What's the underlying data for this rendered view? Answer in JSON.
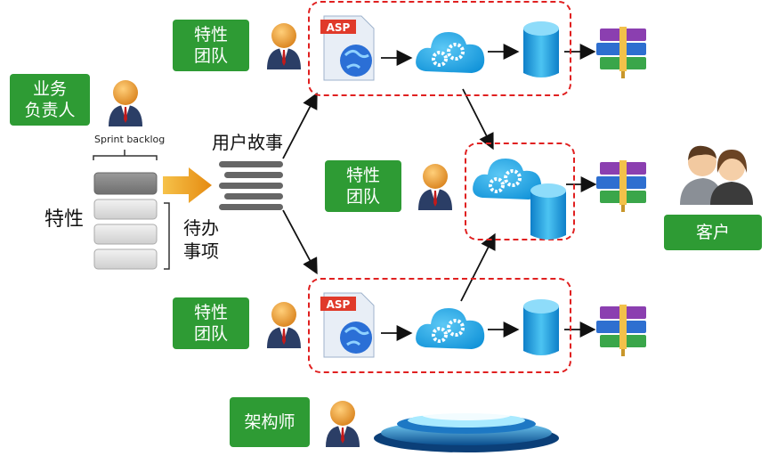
{
  "roles": {
    "feature_team": "特性\n团队",
    "business_owner": "业务\n负责人",
    "customer": "客户",
    "architect": "架构师"
  },
  "labels": {
    "sprint_backlog": "Sprint backlog",
    "feature": "特性",
    "backlog_items": "待办\n事项",
    "user_story": "用户故事"
  },
  "icons": {
    "asp": "ASP",
    "person": "person-icon",
    "cloud": "cloud-gears-icon",
    "database": "database-icon",
    "books": "books-icon",
    "platform": "platform-disc-icon"
  },
  "colors": {
    "green": "#2e9b34",
    "red_dash": "#e02020",
    "arrow": "#111111",
    "orange_arrow": "#f0a020"
  }
}
